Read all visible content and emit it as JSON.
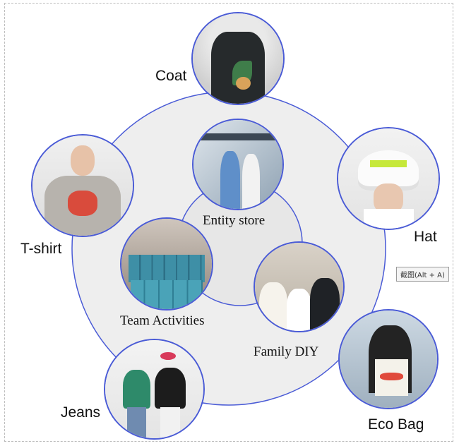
{
  "diagram": {
    "outer_labels": {
      "coat": "Coat",
      "hat": "Hat",
      "tshirt": "T-shirt",
      "jeans": "Jeans",
      "eco_bag": "Eco Bag"
    },
    "inner_labels": {
      "entity_store": "Entity store",
      "team_activities": "Team Activities",
      "family_diy": "Family DIY"
    },
    "colors": {
      "ring_stroke": "#4a5bd6",
      "outer_fill": "#eeeeee",
      "inner_fill": "#e7e7e7"
    }
  },
  "tooltip": {
    "text": "截图(Alt + A)"
  }
}
